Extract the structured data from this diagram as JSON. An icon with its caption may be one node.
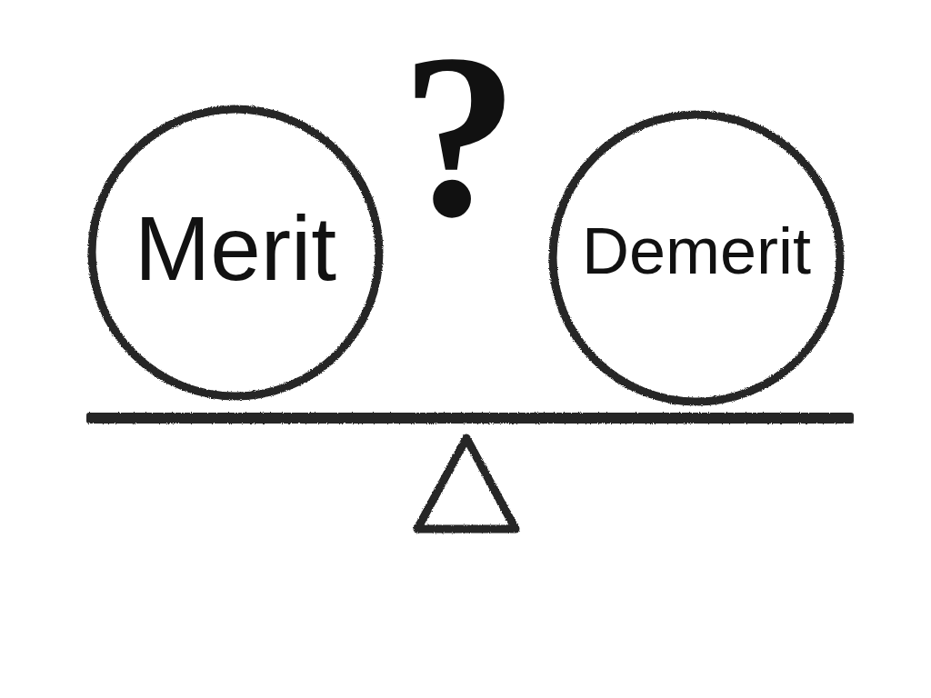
{
  "diagram": {
    "nodes": [
      {
        "text": [
          "Merit"
        ]
      },
      {
        "text": [
          "Demerit"
        ]
      },
      {
        "text": [],
        "shape": "bar"
      },
      {
        "text": [],
        "shape": "triangle"
      }
    ],
    "labels": [
      "?"
    ]
  }
}
